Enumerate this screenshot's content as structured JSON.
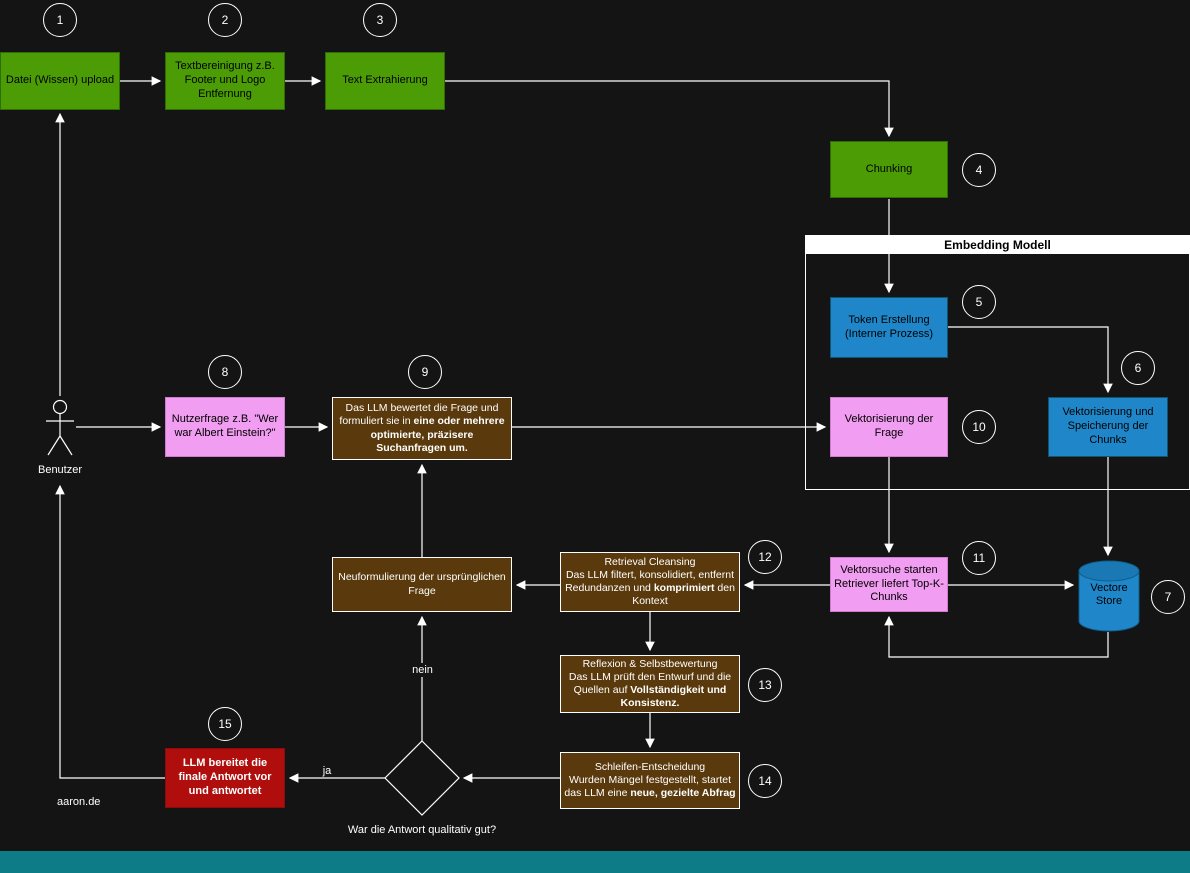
{
  "colors": {
    "background": "#141414",
    "green_node": "#4c9c06",
    "blue_node": "#1f87c9",
    "pink_node": "#f19df1",
    "brown_node": "#5a3a0d",
    "red_node": "#b00d0d",
    "connector": "#ffffff",
    "footer_bar": "#0d7c86"
  },
  "labels": {
    "embedding_container": "Embedding Modell",
    "actor": "Benutzer",
    "watermark": "aaron.de",
    "decision_question": "War die Antwort qualitativ gut?",
    "edge_yes": "ja",
    "edge_no": "nein"
  },
  "badges": [
    "1",
    "2",
    "3",
    "4",
    "5",
    "6",
    "7",
    "8",
    "9",
    "10",
    "11",
    "12",
    "13",
    "14",
    "15"
  ],
  "nodes": {
    "upload": {
      "label": "Datei (Wissen) upload"
    },
    "text_cleaning": {
      "label": "Textbereinigung z.B. Footer und Logo Entfernung"
    },
    "text_extraction": {
      "label": "Text Extrahierung"
    },
    "chunking": {
      "label": "Chunking"
    },
    "token_creation": {
      "label": "Token Erstellung (Interner Prozess)"
    },
    "vectorize_store_chunks": {
      "label": "Vektorisierung und Speicherung der Chunks"
    },
    "vector_store": {
      "line1": "Vectore",
      "line2": "Store"
    },
    "user_question": {
      "label": "Nutzerfrage z.B. \"Wer war Albert Einstein?\""
    },
    "llm_query_rewrite": {
      "pre": "Das LLM bewertet die Frage und formuliert sie in ",
      "bold": "eine oder mehrere optimierte, präzisere Suchanfragen um."
    },
    "vectorize_question": {
      "label": "Vektorisierung der Frage"
    },
    "vector_search": {
      "line1": "Vektorsuche starten",
      "line2": "Retriever liefert Top-K-Chunks"
    },
    "retrieval_cleansing": {
      "title": "Retrieval Cleansing",
      "pre": "Das LLM filtert, konsolidiert, entfernt Redundanzen und ",
      "bold": "komprimiert",
      "post": " den Kontext"
    },
    "reflexion": {
      "title": "Reflexion & Selbstbewertung",
      "pre": "Das LLM prüft den Entwurf und die Quellen auf ",
      "bold": "Vollständigkeit und Konsistenz."
    },
    "loop_decision": {
      "title": "Schleifen-Entscheidung",
      "pre": "Wurden Mängel festgestellt, startet das LLM eine ",
      "bold": "neue, gezielte Abfrag"
    },
    "reformulate": {
      "label": "Neuformulierung der ursprünglichen Frage"
    },
    "final_answer": {
      "label": "LLM bereitet die finale Antwort vor und antwortet"
    }
  }
}
